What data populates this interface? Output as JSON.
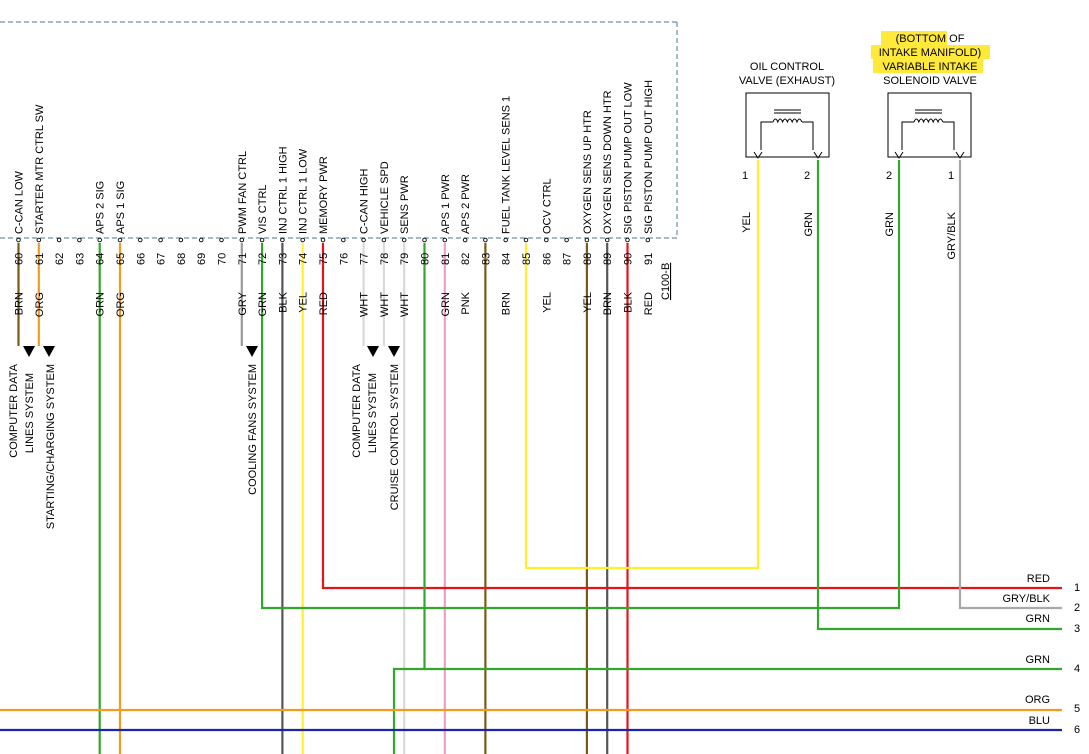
{
  "connector": {
    "id": "C100-B",
    "pins": [
      {
        "num": "60",
        "func": "C-CAN LOW",
        "color": "BRN"
      },
      {
        "num": "61",
        "func": "STARTER MTR CTRL SW",
        "color": "ORG"
      },
      {
        "num": "62",
        "func": "",
        "color": ""
      },
      {
        "num": "63",
        "func": "",
        "color": ""
      },
      {
        "num": "64",
        "func": "APS 2 SIG",
        "color": "GRN"
      },
      {
        "num": "65",
        "func": "APS 1 SIG",
        "color": "ORG"
      },
      {
        "num": "66",
        "func": "",
        "color": ""
      },
      {
        "num": "67",
        "func": "",
        "color": ""
      },
      {
        "num": "68",
        "func": "",
        "color": ""
      },
      {
        "num": "69",
        "func": "",
        "color": ""
      },
      {
        "num": "70",
        "func": "",
        "color": ""
      },
      {
        "num": "71",
        "func": "PWM FAN CTRL",
        "color": "GRY"
      },
      {
        "num": "72",
        "func": "VIS CTRL",
        "color": "GRN"
      },
      {
        "num": "73",
        "func": "INJ CTRL 1 HIGH",
        "color": "BLK"
      },
      {
        "num": "74",
        "func": "INJ CTRL 1 LOW",
        "color": "YEL"
      },
      {
        "num": "75",
        "func": "MEMORY PWR",
        "color": "RED"
      },
      {
        "num": "76",
        "func": "",
        "color": ""
      },
      {
        "num": "77",
        "func": "C-CAN HIGH",
        "color": "WHT"
      },
      {
        "num": "78",
        "func": "VEHICLE SPD",
        "color": "WHT"
      },
      {
        "num": "79",
        "func": "SENS PWR",
        "color": "WHT"
      },
      {
        "num": "80",
        "func": "",
        "color": ""
      },
      {
        "num": "81",
        "func": "APS 1 PWR",
        "color": "GRN"
      },
      {
        "num": "82",
        "func": "APS 2 PWR",
        "color": "PNK"
      },
      {
        "num": "83",
        "func": "",
        "color": ""
      },
      {
        "num": "84",
        "func": "FUEL TANK LEVEL SENS 1",
        "color": "BRN"
      },
      {
        "num": "85",
        "func": "",
        "color": ""
      },
      {
        "num": "86",
        "func": "OCV CTRL",
        "color": "YEL"
      },
      {
        "num": "87",
        "func": "",
        "color": ""
      },
      {
        "num": "88",
        "func": "OXYGEN SENS UP HTR",
        "color": "YEL"
      },
      {
        "num": "89",
        "func": "OXYGEN SENS DOWN HTR",
        "color": "BRN"
      },
      {
        "num": "90",
        "func": "SIG PISTON PUMP OUT LOW",
        "color": "BLK"
      },
      {
        "num": "91",
        "func": "SIG PISTON PUMP OUT HIGH",
        "color": "RED"
      }
    ]
  },
  "destinations": {
    "data_lines_1": [
      "COMPUTER DATA",
      "LINES SYSTEM"
    ],
    "starting_charging": "STARTING/CHARGING SYSTEM",
    "cooling_fans": "COOLING FANS SYSTEM",
    "data_lines_2": [
      "COMPUTER DATA",
      "LINES SYSTEM"
    ],
    "cruise_control": "CRUISE CONTROL SYSTEM"
  },
  "components": {
    "ocv": {
      "title": [
        "OIL CONTROL",
        "VALVE (EXHAUST)"
      ],
      "pins": [
        {
          "num": "1",
          "color": "YEL"
        },
        {
          "num": "2",
          "color": "GRN"
        }
      ]
    },
    "vis": {
      "title": [
        "(BOTTOM OF",
        "INTAKE MANIFOLD)",
        "VARIABLE INTAKE",
        "SOLENOID VALVE"
      ],
      "pins": [
        {
          "num": "2",
          "color": "GRN"
        },
        {
          "num": "1",
          "color": "GRY/BLK"
        }
      ]
    }
  },
  "exits": [
    {
      "label": "RED",
      "num": "1"
    },
    {
      "label": "GRY/BLK",
      "num": "2"
    },
    {
      "label": "GRN",
      "num": "3"
    },
    {
      "label": "GRN",
      "num": "4"
    },
    {
      "label": "ORG",
      "num": "5"
    },
    {
      "label": "BLU",
      "num": "6"
    }
  ],
  "wire_colors": {
    "BRN": "#7a5a12",
    "ORG": "#f39b1f",
    "GRN": "#33a62c",
    "GRY": "#9a9a9a",
    "BLK": "#555555",
    "YEL": "#fff02a",
    "RED": "#e3141b",
    "WHT": "#d9d9d9",
    "PNK": "#ee9fc4",
    "GRY/BLK": "#a8a8a8",
    "BLU": "#1c24a8"
  },
  "highlight_color": "#ffe93b"
}
